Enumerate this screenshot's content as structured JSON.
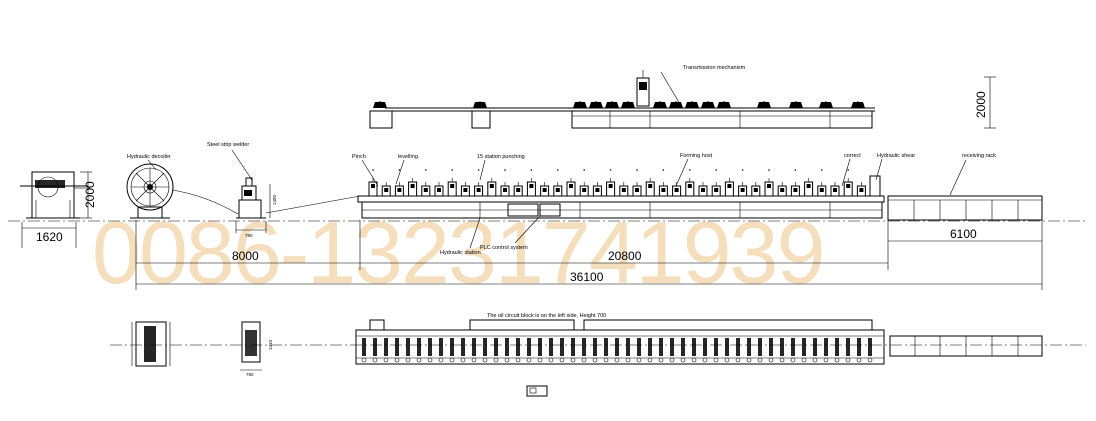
{
  "labels": {
    "transmission": "Transmission mechanism",
    "hydraulic_decoiler": "Hydraulic decoiler",
    "steel_strip_welder": "Steel strip welder",
    "pinch": "Pinch",
    "levelling": "levelling",
    "punching": "15 station punching",
    "forming_host": "Forming host",
    "correct": "correct",
    "hydraulic_shear": "Hydraulic shear",
    "receiving_rack": "receiving rack",
    "hydraulic_station": "Hydraulic station",
    "plc_control": "PLC control system",
    "oil_circuit_note": "The oil circuit block is on the left side, Height 700"
  },
  "dimensions": {
    "d2000_top": "2000",
    "d2000_left": "2000",
    "d1620": "1620",
    "d8000": "8000",
    "d20800": "20800",
    "d6100": "6100",
    "d36100": "36100",
    "welder_height": "1450",
    "welder_width": "780",
    "welder_plan_height": "1310",
    "welder_plan_width": "780"
  },
  "watermark": "0086-13231741939",
  "colors": {
    "line": "#000000",
    "watermark": "#f2d3a6"
  }
}
